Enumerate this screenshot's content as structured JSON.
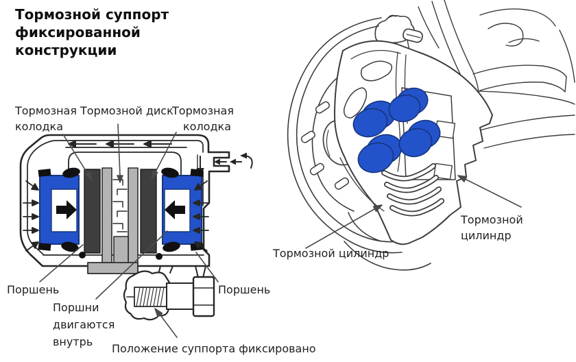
{
  "title": "Тормозной суппорт фиксированной конструкции",
  "colors": {
    "background": "#ffffff",
    "piston_blue": "#2353cb",
    "piston_blue_dark": "#16357e",
    "pad_dark": "#3e3e3e",
    "disc_gray": "#b4b4b4",
    "outline": "#262626",
    "sketch_line": "#3c3c3c",
    "label_text": "#1f1f1f"
  },
  "section_diagram": {
    "labels": {
      "pad_left": "Тормозная колодка",
      "disc": "Тормозной диск",
      "pad_right": "Тормозная колодка",
      "piston_left": "Поршень",
      "piston_right": "Поршень",
      "pistons_move": "Поршни двигаются внутрь",
      "caliper_fixed": "Положение суппорта фиксировано"
    }
  },
  "assembly_diagram": {
    "labels": {
      "cylinder_left": "Тормозной цилиндр",
      "cylinder_right": "Тормозной цилиндр"
    }
  }
}
